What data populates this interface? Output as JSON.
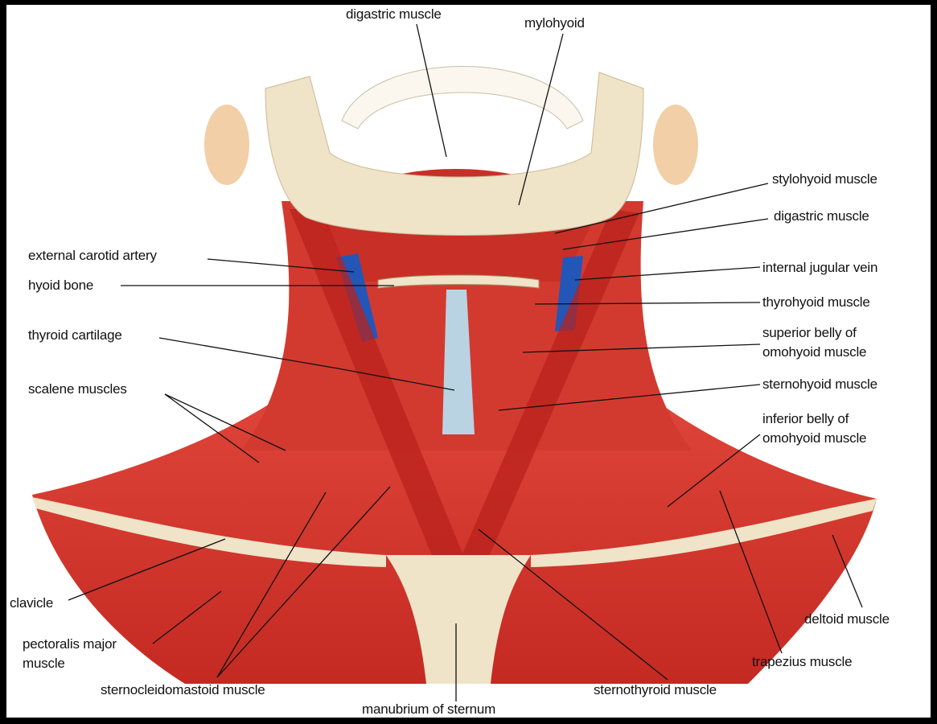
{
  "labels": {
    "digastric_top": "digastric muscle",
    "mylohyoid": "mylohyoid",
    "stylohyoid": "stylohyoid muscle",
    "digastric_right": "digastric muscle",
    "internal_jugular": "internal jugular vein",
    "thyrohyoid": "thyrohyoid muscle",
    "superior_omohyoid_1": "superior belly of",
    "superior_omohyoid_2": "omohyoid muscle",
    "sternohyoid": "sternohyoid muscle",
    "inferior_omohyoid_1": "inferior belly of",
    "inferior_omohyoid_2": "omohyoid muscle",
    "external_carotid": "external carotid artery",
    "hyoid": "hyoid bone",
    "thyroid_cartilage": "thyroid cartilage",
    "scalene": "scalene muscles",
    "clavicle": "clavicle",
    "pectoralis_1": "pectoralis major",
    "pectoralis_2": "muscle",
    "scm": "sternocleidomastoid muscle",
    "manubrium": "manubrium of sternum",
    "sternothyroid": "sternothyroid muscle",
    "trapezius": "trapezius muscle",
    "deltoid": "deltoid muscle"
  },
  "colors": {
    "muscle": "#d8352b",
    "muscle_dark": "#a81d18",
    "bone": "#efe3c8",
    "vein": "#2456b8",
    "trachea": "#b9d3e3"
  }
}
